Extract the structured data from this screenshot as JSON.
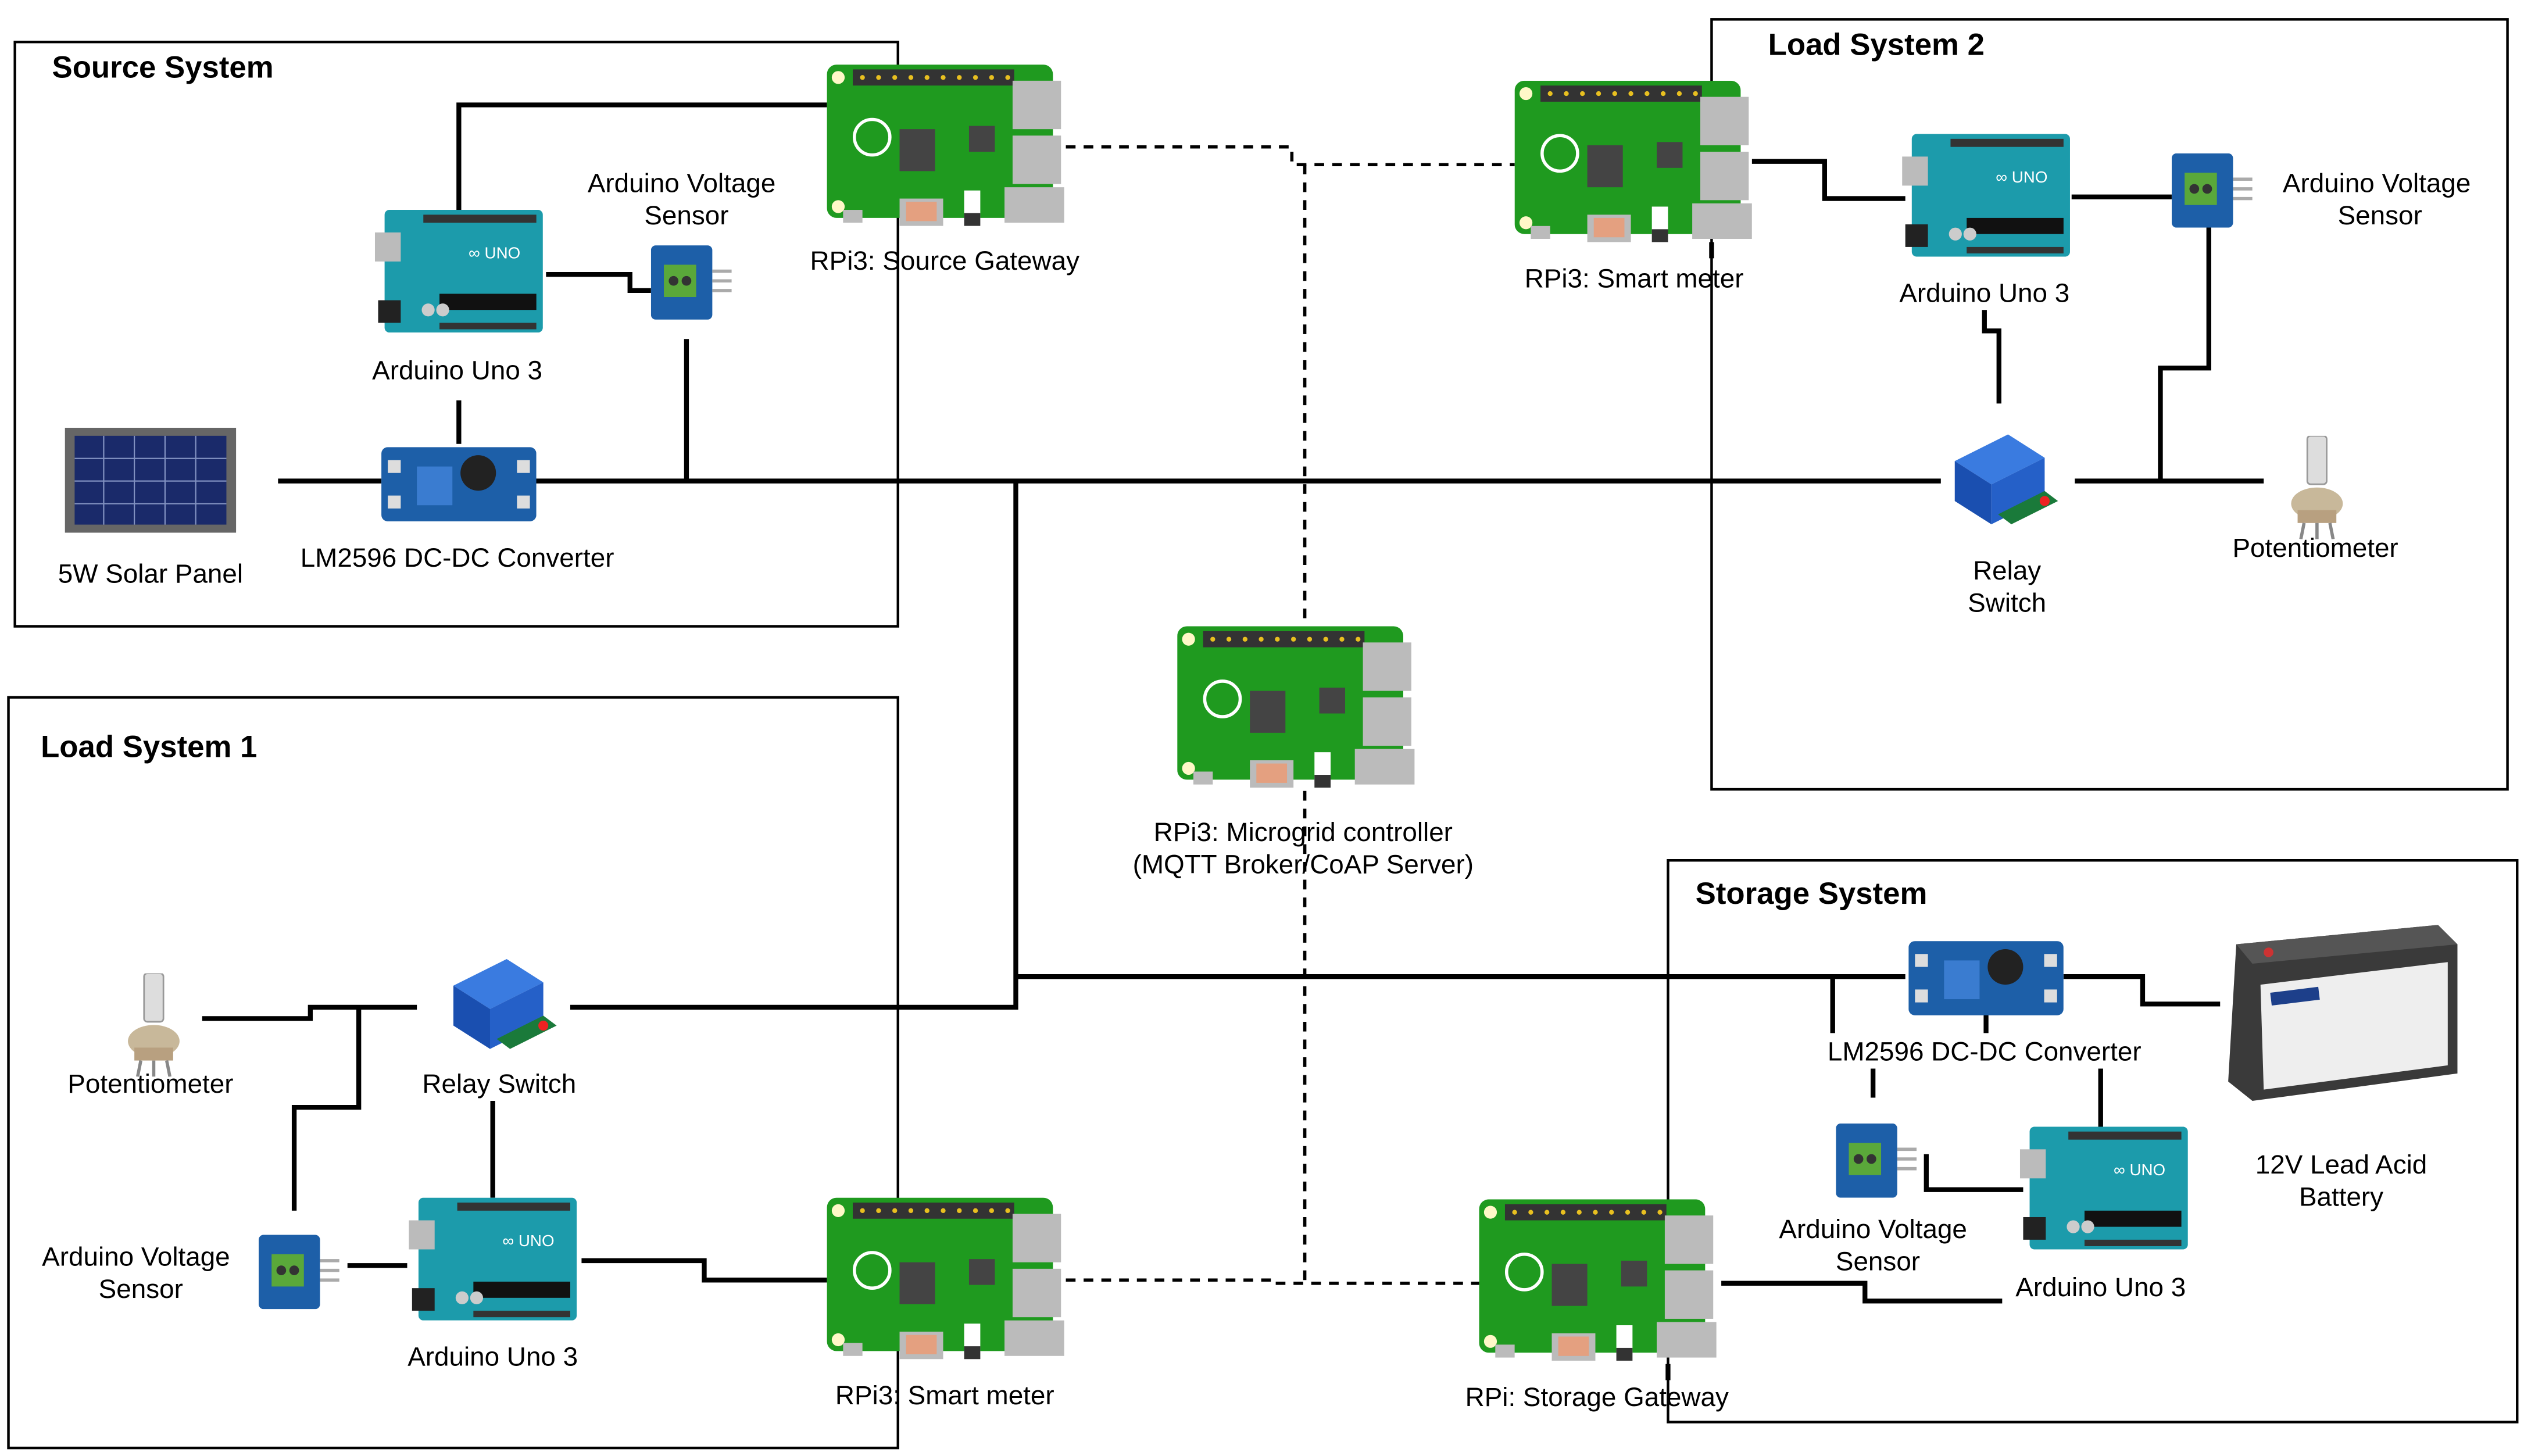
{
  "sections": {
    "source": {
      "title": "Source System"
    },
    "load2": {
      "title": "Load System 2"
    },
    "load1": {
      "title": "Load System 1"
    },
    "storage": {
      "title": "Storage System"
    }
  },
  "source": {
    "voltage_sensor": [
      "Arduino Voltage",
      "Sensor"
    ],
    "gateway": "RPi3: Source Gateway",
    "arduino": "Arduino Uno 3",
    "solar": "5W Solar Panel",
    "converter": "LM2596 DC-DC Converter"
  },
  "load2": {
    "smart_meter": "RPi3: Smart meter",
    "arduino": "Arduino Uno 3",
    "voltage_sensor": [
      "Arduino Voltage",
      "Sensor"
    ],
    "relay": [
      "Relay",
      "Switch"
    ],
    "potentiometer": "Potentiometer"
  },
  "controller": [
    "RPi3: Microgrid controller",
    "(MQTT Broker/CoAP Server)"
  ],
  "load1": {
    "potentiometer": "Potentiometer",
    "relay": "Relay Switch",
    "voltage_sensor": [
      "Arduino Voltage",
      "Sensor"
    ],
    "arduino": "Arduino Uno 3",
    "smart_meter": "RPi3: Smart meter"
  },
  "storage": {
    "converter": "LM2596 DC-DC Converter",
    "battery": [
      "12V Lead Acid",
      "Battery"
    ],
    "voltage_sensor": [
      "Arduino Voltage",
      "Sensor"
    ],
    "arduino": "Arduino Uno 3",
    "gateway": "RPi: Storage Gateway"
  },
  "colors": {
    "rpi": "#1f9a1f",
    "arduino": "#1c9bab",
    "sensor": "#1d5fa8",
    "wire": "#000000"
  }
}
